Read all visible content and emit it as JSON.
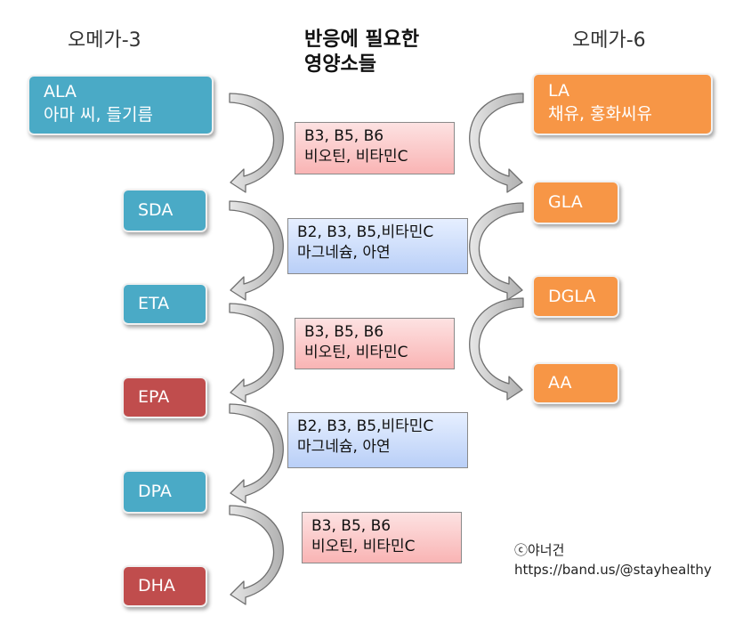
{
  "headers": {
    "omega3": "오메가-3",
    "title_line1": "반응에 필요한",
    "title_line2": "영양소들",
    "omega6": "오메가-6"
  },
  "omega3": [
    {
      "line1": "ALA",
      "line2": "아마 씨, 들기름"
    },
    {
      "label": "SDA"
    },
    {
      "label": "ETA"
    },
    {
      "label": "EPA"
    },
    {
      "label": "DPA"
    },
    {
      "label": "DHA"
    }
  ],
  "omega6": [
    {
      "line1": "LA",
      "line2": "채유, 홍화씨유"
    },
    {
      "label": "GLA"
    },
    {
      "label": "DGLA"
    },
    {
      "label": "AA"
    }
  ],
  "nutrients": [
    {
      "line1": "B3, B5, B6",
      "line2": "비오틴, 비타민C"
    },
    {
      "line1": "B2, B3, B5,비타민C",
      "line2": "마그네슘, 아연"
    },
    {
      "line1": "B3, B5, B6",
      "line2": "비오틴, 비타민C"
    },
    {
      "line1": "B2, B3, B5,비타민C",
      "line2": "마그네슘, 아연"
    },
    {
      "line1": "B3, B5, B6",
      "line2": "비오틴, 비타민C"
    }
  ],
  "credit": {
    "author": "ⓒ야너건",
    "url": "https://band.us/@stayhealthy"
  },
  "colors": {
    "teal": "#4aaac6",
    "red": "#c04d4d",
    "orange": "#f79646",
    "pink_box": "#f9b4b4",
    "blue_box": "#b9cff7",
    "arrow": "#bfbfbf"
  }
}
